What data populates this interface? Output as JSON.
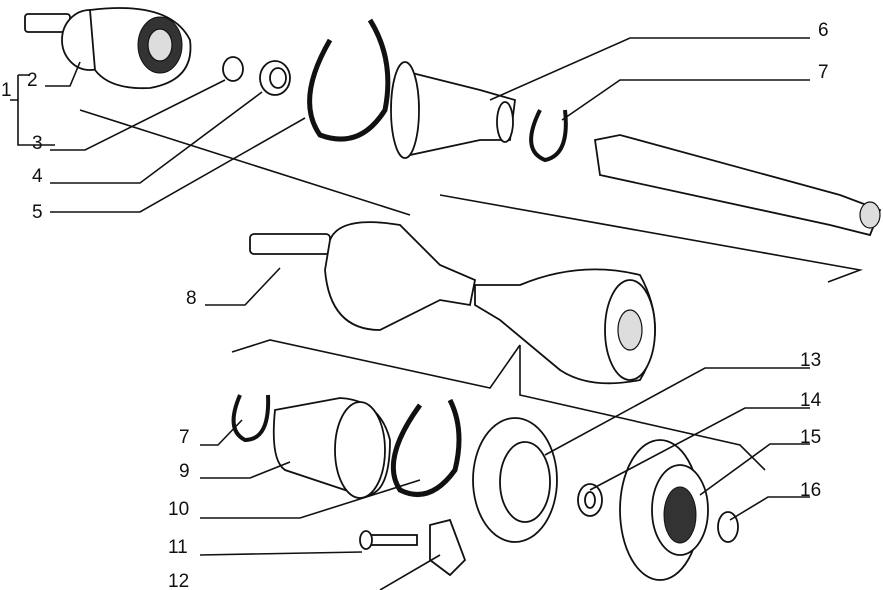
{
  "diagram": {
    "type": "exploded parts view - drive shaft assembly",
    "labels": [
      "1",
      "2",
      "3",
      "4",
      "5",
      "6",
      "7",
      "8",
      "7",
      "9",
      "10",
      "11",
      "12",
      "13",
      "14",
      "15",
      "16"
    ]
  }
}
